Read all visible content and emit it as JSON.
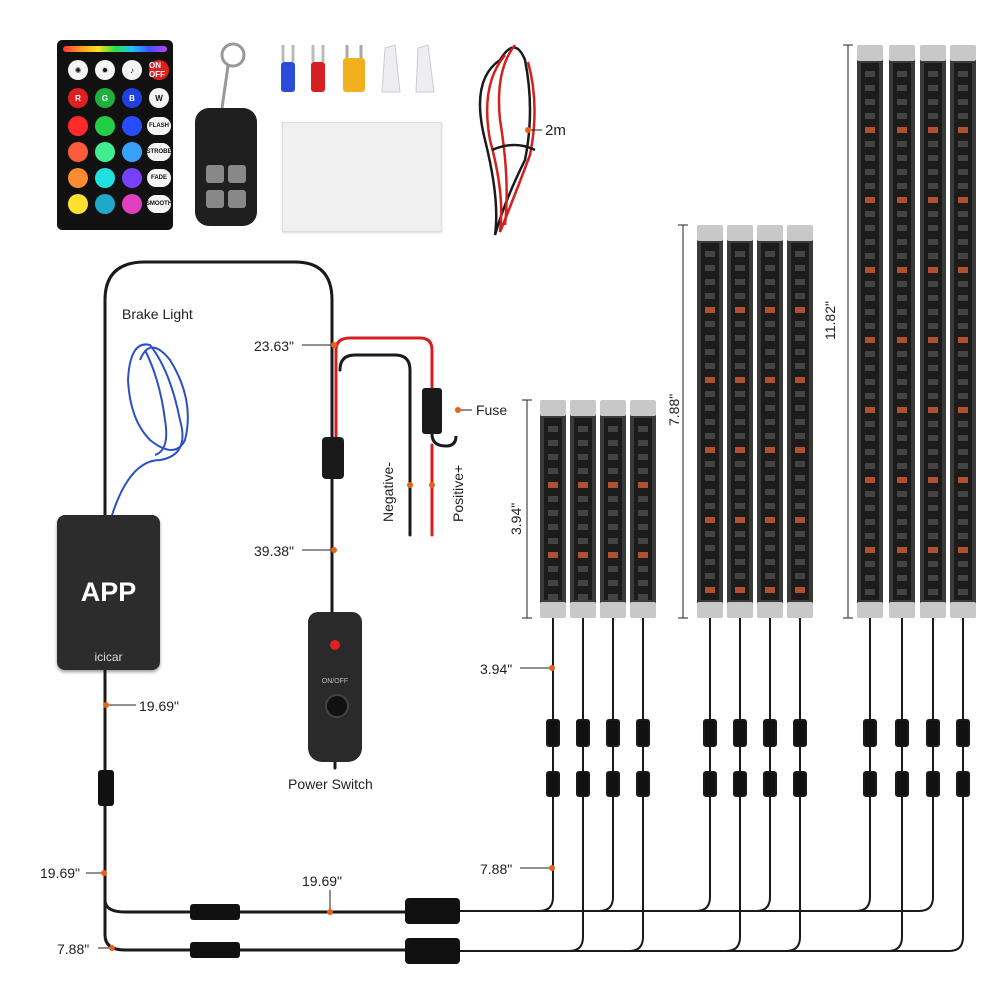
{
  "remote": {
    "top_row": [
      "✺",
      "✹",
      "♪",
      "ON OFF"
    ],
    "letters": [
      "R",
      "G",
      "B",
      "W"
    ],
    "side_buttons": [
      "FLASH",
      "STROBE",
      "FADE",
      "SMOOTH"
    ],
    "colors": {
      "row1": [
        "#ff2a2a",
        "#22cc44",
        "#2a4cff"
      ],
      "row2": [
        "#ff5a3a",
        "#40ee90",
        "#3aa0ff"
      ],
      "row3": [
        "#ff8a30",
        "#20e0e0",
        "#7a40ff"
      ],
      "row4": [
        "#ffe030",
        "#20a8c8",
        "#e040c0"
      ]
    }
  },
  "labels": {
    "cable_length": "2m",
    "brake_light": "Brake Light",
    "fuse": "Fuse",
    "negative": "Negative-",
    "positive": "Positive+",
    "power_switch": "Power Switch",
    "switch_text": "ON/OFF",
    "app": "APP",
    "brand": "icicar"
  },
  "dimensions": {
    "d1": "23.63\"",
    "d2": "39.38\"",
    "d3": "19.69\"",
    "d4": "19.69\"",
    "d5": "19.69\"",
    "d6": "7.88\"",
    "d7": "3.94\"",
    "d8": "7.88\"",
    "strip_short": "3.94\"",
    "strip_mid": "7.88\"",
    "strip_long": "11.82\""
  },
  "colors": {
    "wire_black": "#1a1a1a",
    "wire_red": "#d42020",
    "wire_blue": "#2a50c8",
    "marker": "#e8601a",
    "strip_body": "#2a2a2a",
    "strip_end": "#c8c8c8"
  }
}
